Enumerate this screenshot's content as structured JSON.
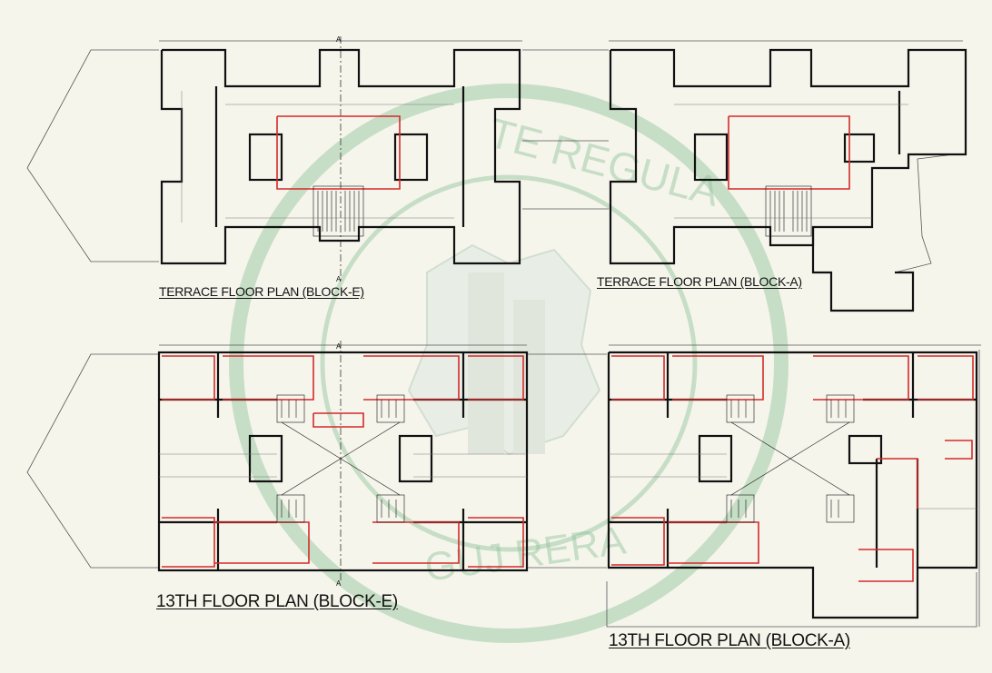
{
  "watermark": {
    "text_outer": "REAL ESTATE REGULATORY AUTHORITY",
    "text_inner": "GUJ RERA",
    "color": "#7fb48a"
  },
  "plans": [
    {
      "id": "terrace-e",
      "title": "TERRACE FLOOR PLAN (BLOCK-E)"
    },
    {
      "id": "terrace-a",
      "title": "TERRACE FLOOR PLAN (BLOCK-A)"
    },
    {
      "id": "floor13-e",
      "title": "13TH FLOOR PLAN (BLOCK-E)"
    },
    {
      "id": "floor13-a",
      "title": "13TH FLOOR PLAN (BLOCK-A)"
    }
  ],
  "section_marker": "A",
  "colors": {
    "background": "#f6f5ec",
    "wall": "#111111",
    "boundary_red": "#d42a2a",
    "thin_line": "#555555"
  }
}
